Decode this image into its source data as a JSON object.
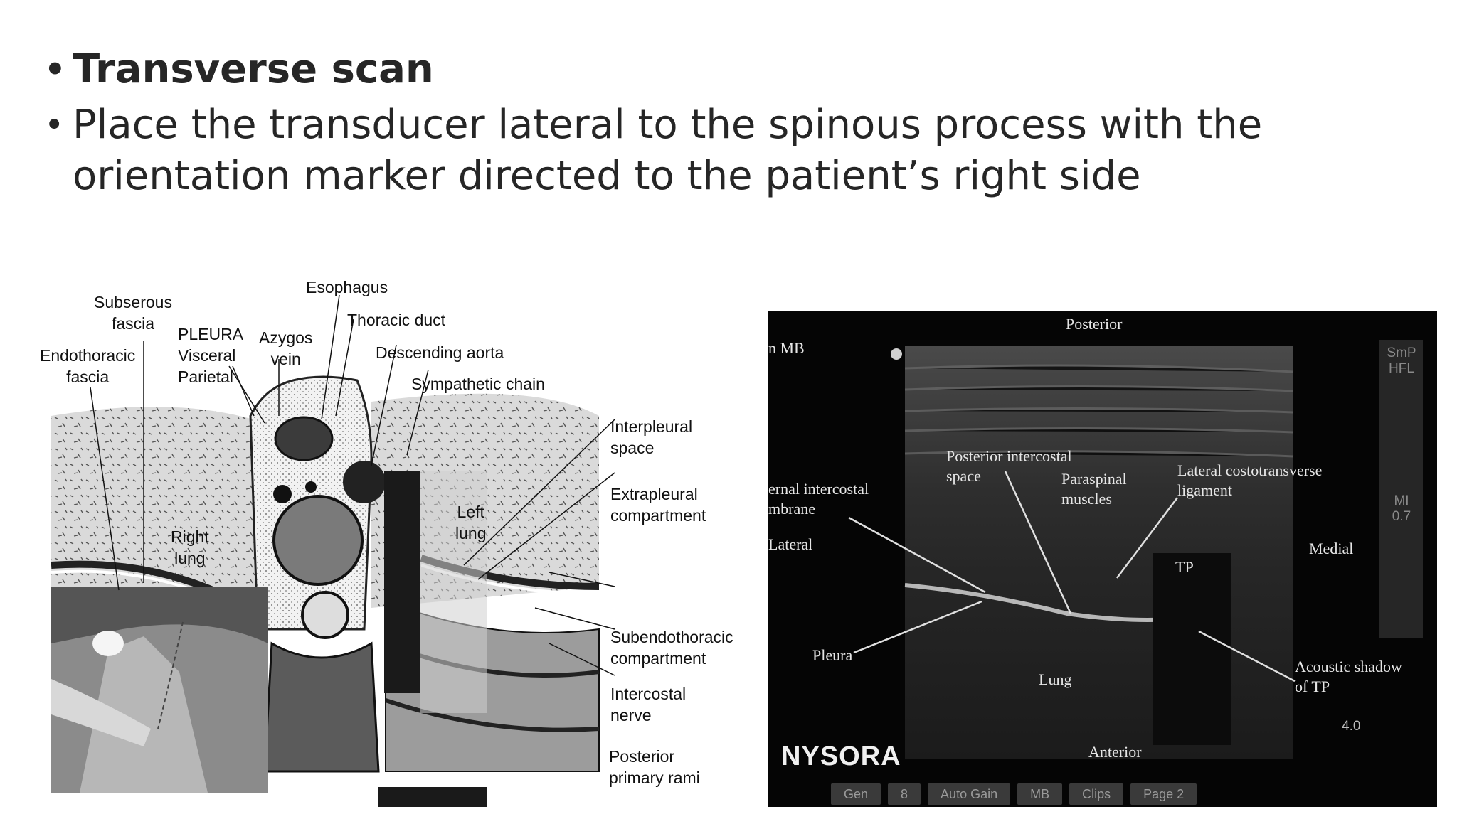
{
  "bullets": {
    "title": "Transverse scan",
    "body": " Place the transducer lateral to the spinous process with the orientation marker directed to the patient’s right side"
  },
  "anatomy": {
    "subserous_fascia": "Subserous\nfascia",
    "endothoracic_fascia": "Endothoracic\nfascia",
    "pleura": "PLEURA\nVisceral\nParietal",
    "azygos_vein": "Azygos\nvein",
    "esophagus": "Esophagus",
    "thoracic_duct": "Thoracic duct",
    "descending_aorta": "Descending aorta",
    "sympathetic_chain": "Sympathetic chain",
    "interpleural_space": "Interpleural\nspace",
    "extrapleural_compartment": "Extrapleural\ncompartment",
    "right_lung": "Right\nlung",
    "left_lung": "Left\nlung",
    "subendothoracic_compartment": "Subendothoracic\ncompartment",
    "intercostal_nerve": "Intercostal\nnerve",
    "posterior_primary_rami": "Posterior\nprimary rami"
  },
  "ultrasound": {
    "posterior": "Posterior",
    "anterior": "Anterior",
    "mb": "n MB",
    "posterior_intercostal_space": "Posterior intercostal\nspace",
    "paraspinal_muscles": "Paraspinal\nmuscles",
    "lateral_costotransverse_ligament": "Lateral costotransverse\nligament",
    "internal_intercostal_membrane": "ernal intercostal\nmbrane",
    "lateral": "Lateral",
    "medial": "Medial",
    "tp": "TP",
    "pleura": "Pleura",
    "lung": "Lung",
    "acoustic_shadow": "Acoustic shadow\nof TP",
    "depth": "4.0",
    "logo": "NYSORA",
    "side_mode": "SmP\nHFL",
    "side_mi": "MI\n0.7",
    "toolbar": [
      "Gen",
      "8",
      "Auto Gain",
      "MB",
      "Clips",
      "Page 2"
    ]
  }
}
